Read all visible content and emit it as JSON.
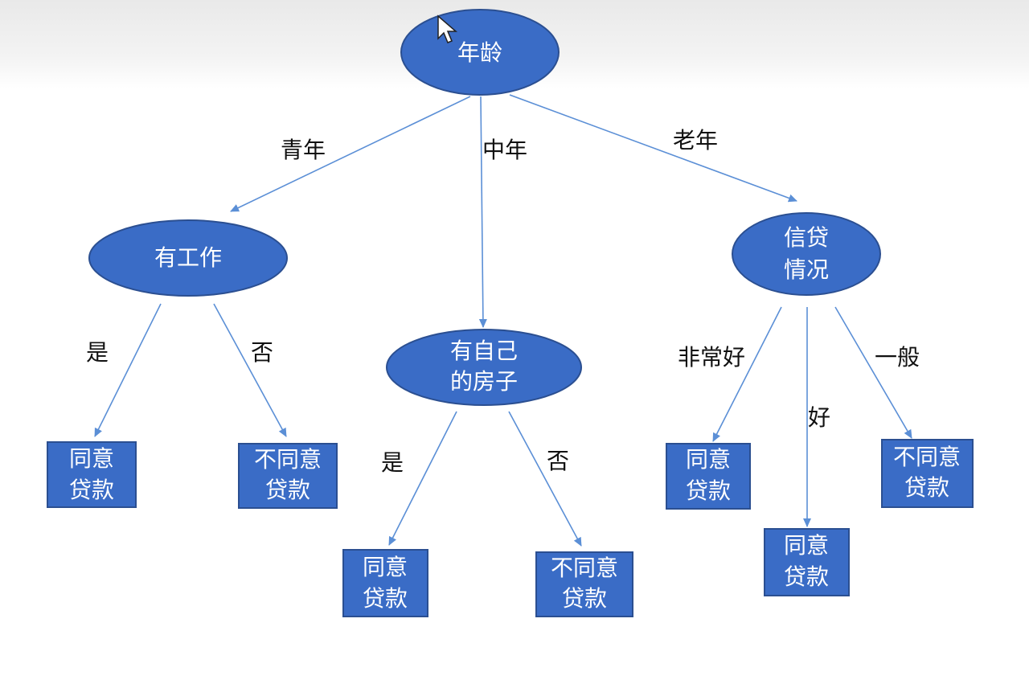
{
  "nodes": {
    "root": {
      "label": "年龄"
    },
    "has_job": {
      "label": "有工作"
    },
    "own_house": {
      "line1": "有自己",
      "line2": "的房子"
    },
    "credit": {
      "line1": "信贷",
      "line2": "情况"
    },
    "leaf_job_yes": {
      "line1": "同意",
      "line2": "贷款"
    },
    "leaf_job_no": {
      "line1": "不同意",
      "line2": "贷款"
    },
    "leaf_house_yes": {
      "line1": "同意",
      "line2": "贷款"
    },
    "leaf_house_no": {
      "line1": "不同意",
      "line2": "贷款"
    },
    "leaf_credit_excellent": {
      "line1": "同意",
      "line2": "贷款"
    },
    "leaf_credit_good": {
      "line1": "同意",
      "line2": "贷款"
    },
    "leaf_credit_fair": {
      "line1": "不同意",
      "line2": "贷款"
    }
  },
  "edges": {
    "youth": "青年",
    "middle": "中年",
    "old": "老年",
    "job_yes": "是",
    "job_no": "否",
    "house_yes": "是",
    "house_no": "否",
    "credit_excellent": "非常好",
    "credit_good": "好",
    "credit_fair": "一般"
  },
  "colors": {
    "node_fill": "#3a6cc6",
    "node_border": "#2b4f91",
    "edge": "#5b8fd6"
  }
}
